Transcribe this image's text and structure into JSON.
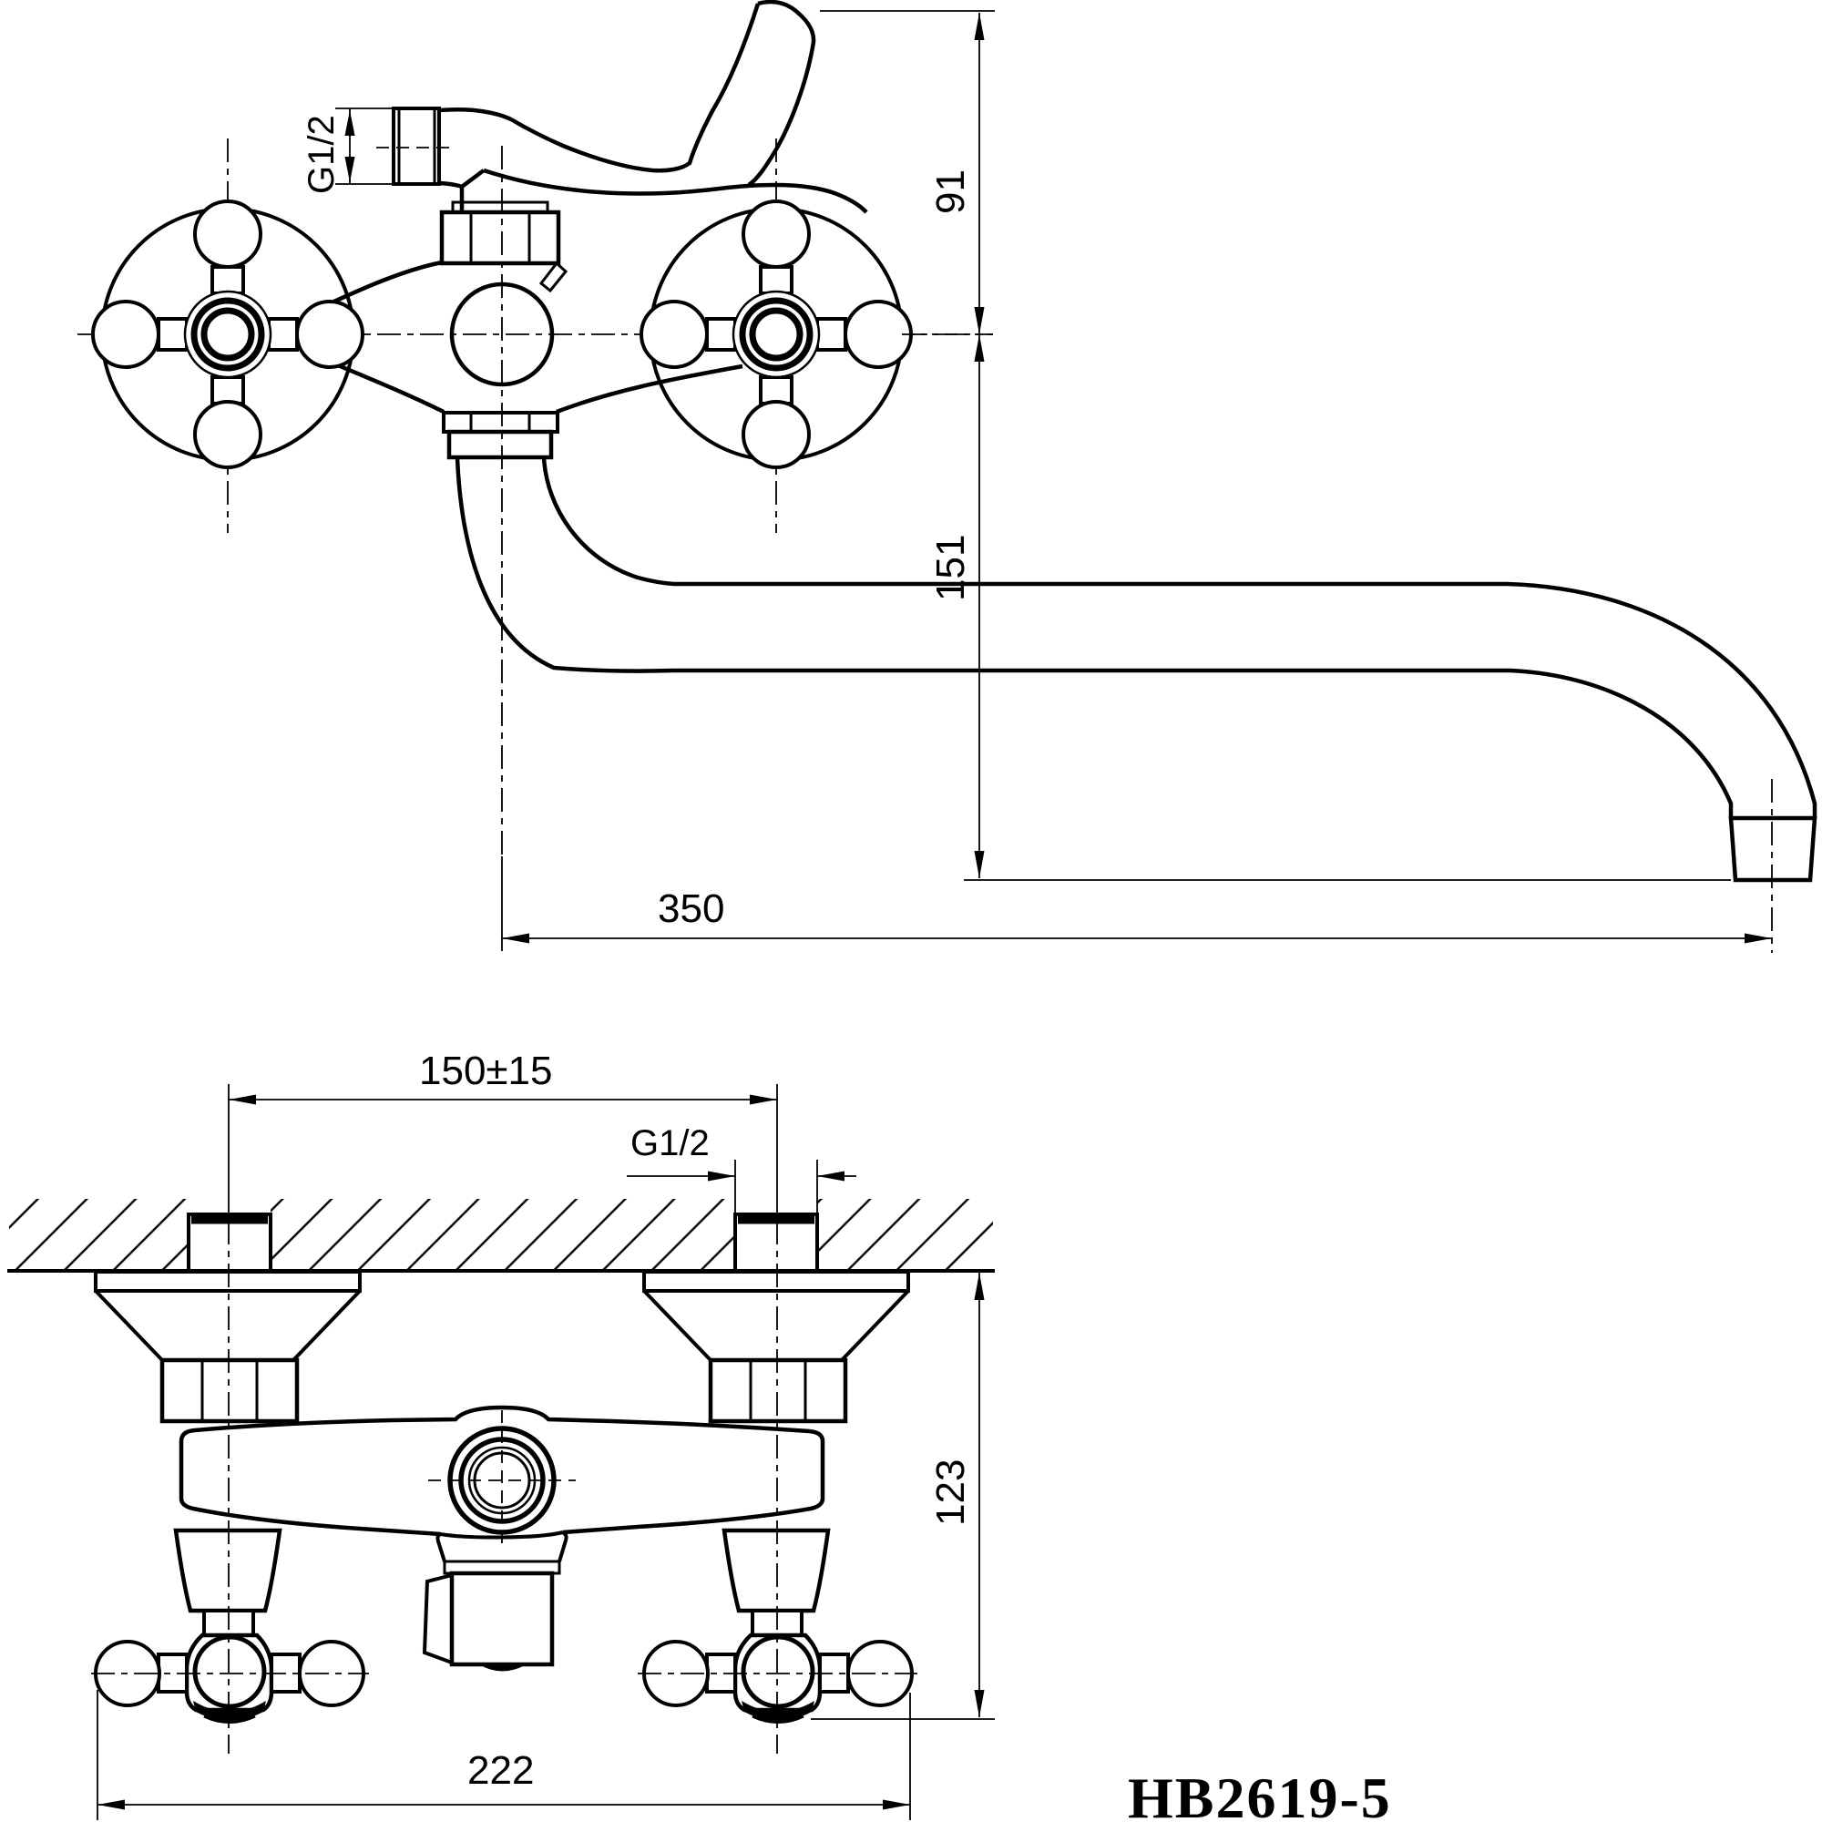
{
  "drawing": {
    "model_number": "HB2619-5",
    "front_view": {
      "shower_outlet_thread": "G1/2",
      "lever_height_mm": "91",
      "spout_drop_mm": "151",
      "spout_reach_mm": "350"
    },
    "installation_view": {
      "connection_spacing_mm": "150±15",
      "connection_thread": "G1/2",
      "body_depth_mm": "123",
      "overall_width_mm": "222"
    }
  }
}
